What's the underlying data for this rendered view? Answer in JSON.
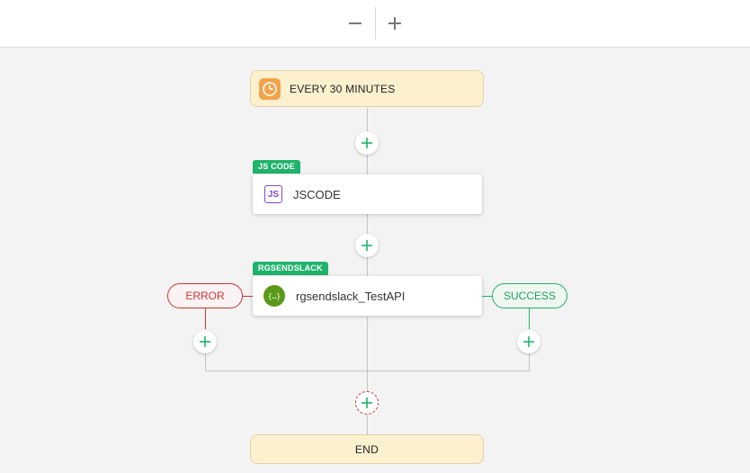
{
  "toolbar": {
    "zoom_out_icon": "minus-icon",
    "zoom_in_icon": "plus-icon"
  },
  "trigger": {
    "label": "EVERY 30 MINUTES",
    "icon": "clock-icon"
  },
  "steps": [
    {
      "tag": "JS CODE",
      "label": "JSCODE",
      "icon": "js-icon"
    },
    {
      "tag": "RGSENDSLACK",
      "label": "rgsendslack_TestAPI",
      "icon": "api-icon"
    }
  ],
  "branches": {
    "error": "ERROR",
    "success": "SUCCESS"
  },
  "end": {
    "label": "END"
  },
  "colors": {
    "accent_green": "#1fb36b",
    "error_red": "#d53232",
    "trigger_bg": "#fdf0cf",
    "trigger_icon": "#f3a44a",
    "js_purple": "#8b44c9",
    "api_green": "#5a9a1a"
  }
}
